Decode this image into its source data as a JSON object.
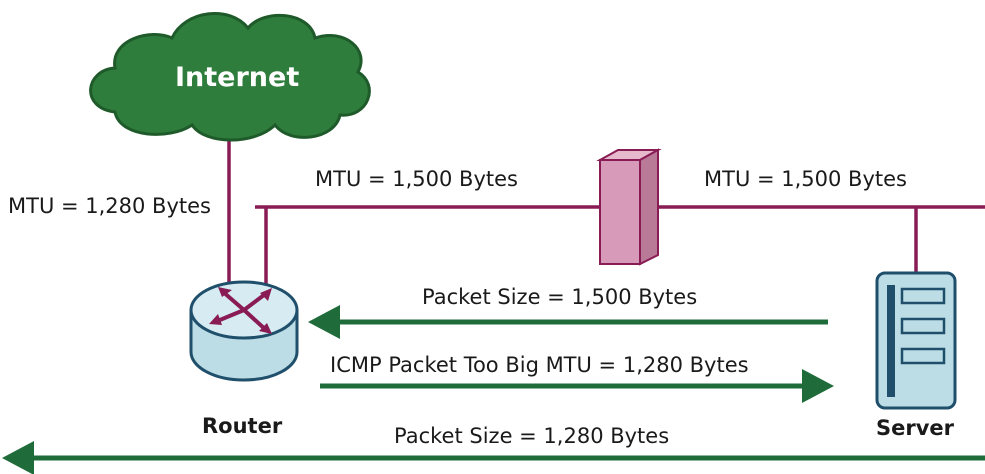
{
  "internet": {
    "label": "Internet"
  },
  "router": {
    "label": "Router"
  },
  "server": {
    "label": "Server"
  },
  "links": {
    "left_mtu": "MTU = 1,280 Bytes",
    "middle_mtu": "MTU = 1,500 Bytes",
    "right_mtu": "MTU = 1,500 Bytes"
  },
  "flows": {
    "packet_1500": "Packet Size = 1,500 Bytes",
    "icmp_too_big": "ICMP Packet Too Big MTU = 1,280 Bytes",
    "packet_1280": "Packet Size = 1,280 Bytes"
  },
  "colors": {
    "cloud_fill": "#2e7d3c",
    "cloud_stroke": "#1f5a2a",
    "link_line": "#8a1c55",
    "arrow": "#1f6b3a",
    "device_fill": "#bcdde6",
    "device_stroke": "#1f4f6b",
    "firewall_fill": "#d79ab8",
    "firewall_stroke": "#8a1c55"
  }
}
